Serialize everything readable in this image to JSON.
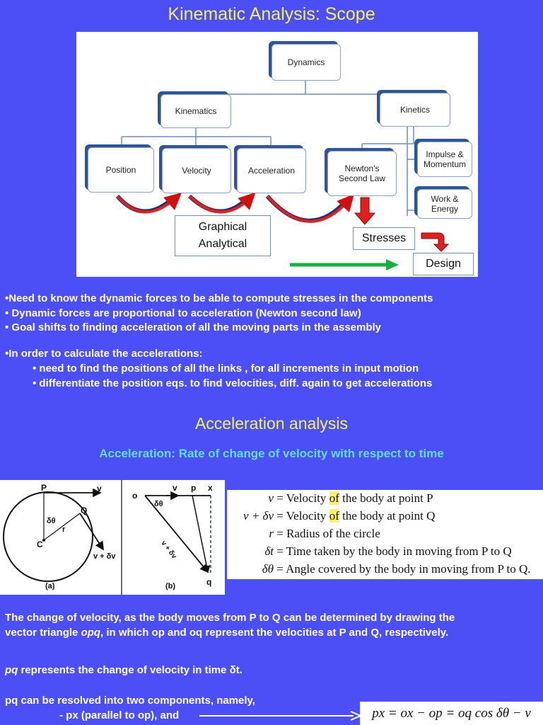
{
  "title": "Kinematic Analysis: Scope",
  "diagram": {
    "dynamics": "Dynamics",
    "kinematics": "Kinematics",
    "kinetics": "Kinetics",
    "position": "Position",
    "velocity": "Velocity",
    "acceleration": "Acceleration",
    "newton_l1": "Newton's",
    "newton_l2": "Second Law",
    "impulse_l1": "Impulse &",
    "impulse_l2": "Momentum",
    "work_l1": "Work &",
    "work_l2": "Energy",
    "graphical": "Graphical",
    "analytical": "Analytical",
    "stresses": "Stresses",
    "design": "Design"
  },
  "bullets1": [
    "•Need to know the dynamic forces to be able to compute stresses in the components",
    "• Dynamic forces are proportional to acceleration (Newton second law)",
    "• Goal shifts to finding acceleration of all the moving parts in the assembly"
  ],
  "bullets2_head": "•In order to calculate the accelerations:",
  "bullets2": [
    "• need to find the positions of all the links , for all increments in input motion",
    "• differentiate the position eqs. to find velocities, diff. again to get accelerations"
  ],
  "section_title": "Acceleration analysis",
  "definition": "Acceleration: Rate of change of velocity with respect to time",
  "fig_a": {
    "P": "P",
    "v": "v",
    "Q": "Q",
    "dtheta": "δθ",
    "r": "r",
    "C": "C",
    "vdv": "v + δv",
    "caption": "(a)"
  },
  "fig_b": {
    "o": "o",
    "v": "v",
    "p": "p",
    "x": "x",
    "dtheta": "δθ",
    "vdv": "v + δv",
    "q": "q",
    "caption": "(b)"
  },
  "equations": [
    {
      "lhs": "v",
      "rhs_a": "Velocity ",
      "of": "of",
      "rhs_b": " the body at point P"
    },
    {
      "lhs": "v + δv",
      "rhs_a": "Velocity ",
      "of": "of",
      "rhs_b": " the body at point Q"
    },
    {
      "lhs": "r",
      "rhs_a": "Radius of the circle",
      "of": "",
      "rhs_b": ""
    },
    {
      "lhs": "δt",
      "rhs_a": "Time taken by the body in moving from P to Q",
      "of": "",
      "rhs_b": ""
    },
    {
      "lhs": "δθ",
      "rhs_a": "Angle covered by the body in moving from P to Q.",
      "of": "",
      "rhs_b": ""
    }
  ],
  "para1_a": "The change of velocity, as the body moves from P to Q can be determined by drawing the",
  "para1_b1": "vector triangle ",
  "para1_b_it": "opq",
  "para1_b2": ", in which op and oq represent the velocities at P and Q, respectively.",
  "para2_it": "pq",
  "para2_rest": " represents the change of velocity in time δt.",
  "para3": "pq can be resolved into two components, namely,",
  "para4": "- px (parallel to op), and",
  "formula": "px = ox − op = oq cos δθ − v"
}
